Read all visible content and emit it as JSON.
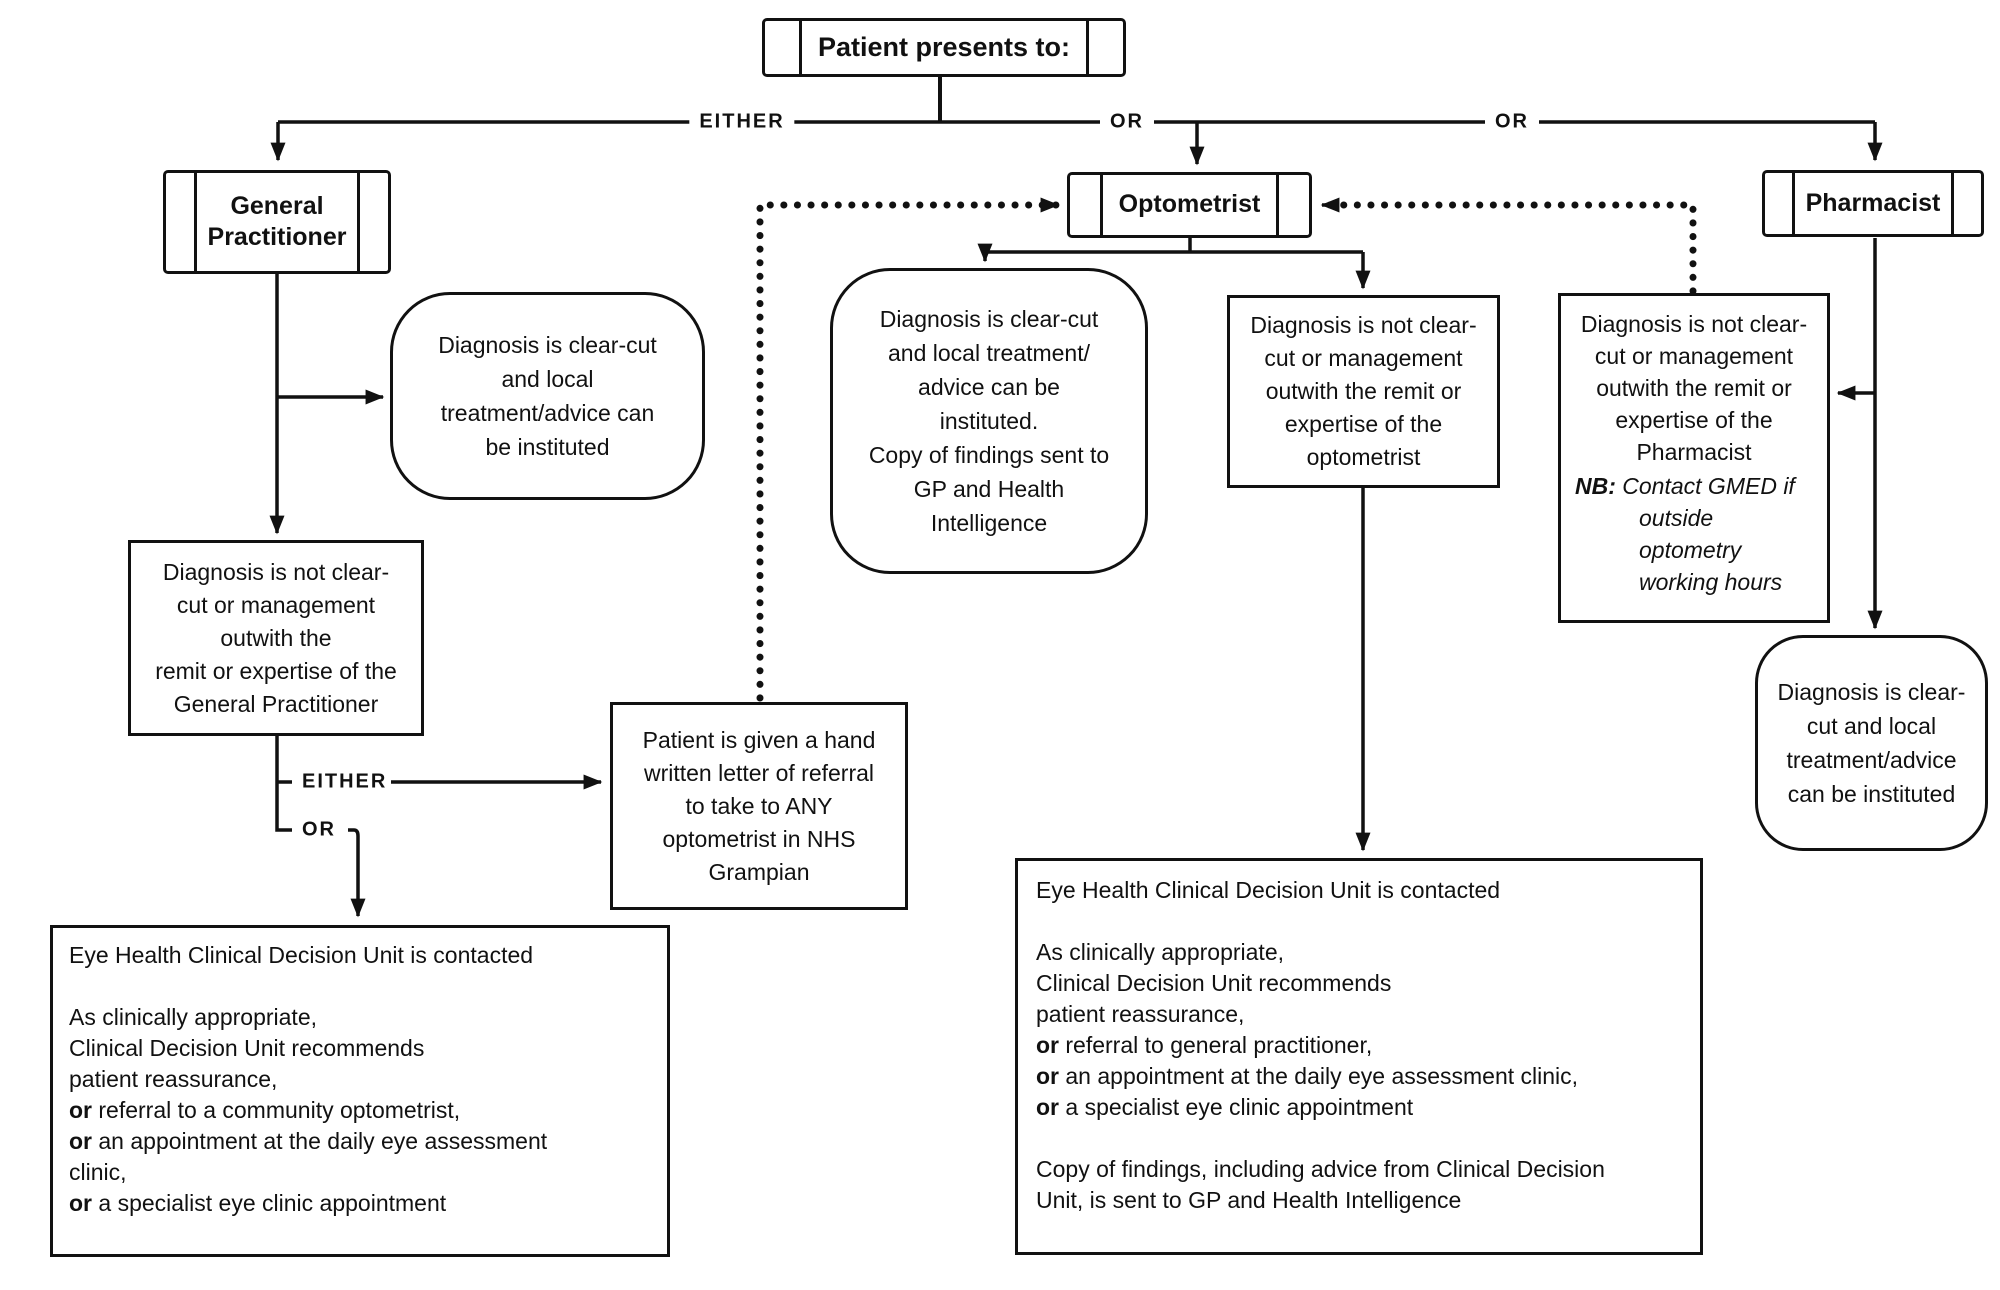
{
  "nodes": {
    "patient": {
      "label": "Patient presents to:"
    },
    "gp": {
      "label": "General\nPractitioner"
    },
    "optometrist": {
      "label": "Optometrist"
    },
    "pharmacist": {
      "label": "Pharmacist"
    },
    "gp_clear": {
      "text": "Diagnosis is clear-cut\nand local\ntreatment/advice can\nbe instituted"
    },
    "gp_not_clear": {
      "text": "Diagnosis is not clear-\ncut or management\noutwith the\nremit or expertise of the\nGeneral Practitioner"
    },
    "referral_letter": {
      "text": "Patient is given a hand\nwritten letter of referral\nto take to ANY\noptometrist in NHS\nGrampian"
    },
    "opt_clear": {
      "text": "Diagnosis is clear-cut\nand local treatment/\nadvice can be\ninstituted.\nCopy of findings sent to\nGP and Health\nIntelligence"
    },
    "opt_not_clear": {
      "text": "Diagnosis is not clear-\ncut or management\noutwith the remit or\nexpertise of the\noptometrist"
    },
    "pharm_not_clear": {
      "text": "Diagnosis is not clear-\ncut or management\noutwith the remit or\nexpertise of the\nPharmacist",
      "nb_label": "NB:",
      "nb_first": " Contact GMED if",
      "nb_rest": "outside\noptometry\nworking hours"
    },
    "pharm_clear": {
      "text": "Diagnosis is clear-\ncut and local\ntreatment/advice\ncan be instituted"
    },
    "cdu_left": {
      "title": "Eye Health Clinical Decision Unit is contacted",
      "lines": [
        {
          "b": "",
          "t": "As clinically appropriate,"
        },
        {
          "b": "",
          "t": "Clinical Decision Unit recommends"
        },
        {
          "b": "",
          "t": "patient reassurance,"
        },
        {
          "b": "or",
          "t": " referral to a community optometrist,"
        },
        {
          "b": "or",
          "t": " an appointment at the daily eye assessment"
        },
        {
          "b": "",
          "t": "clinic,"
        },
        {
          "b": "or",
          "t": " a specialist eye clinic appointment"
        }
      ]
    },
    "cdu_mid": {
      "title": "Eye Health Clinical Decision Unit is contacted",
      "lines": [
        {
          "b": "",
          "t": "As clinically appropriate,"
        },
        {
          "b": "",
          "t": "Clinical Decision Unit recommends"
        },
        {
          "b": "",
          "t": "patient reassurance,"
        },
        {
          "b": "or",
          "t": " referral to general practitioner,"
        },
        {
          "b": "or",
          "t": " an appointment at the daily eye assessment clinic,"
        },
        {
          "b": "or",
          "t": " a specialist eye clinic appointment"
        }
      ],
      "footer": "Copy of findings, including advice from Clinical Decision\nUnit, is sent to GP and Health Intelligence"
    }
  },
  "labels": {
    "either_top": "EITHER",
    "or_mid": "OR",
    "or_right": "OR",
    "either_gp": "EITHER",
    "or_gp": "OR"
  },
  "colors": {
    "line": "#111111",
    "background": "#ffffff",
    "text": "#111111"
  }
}
